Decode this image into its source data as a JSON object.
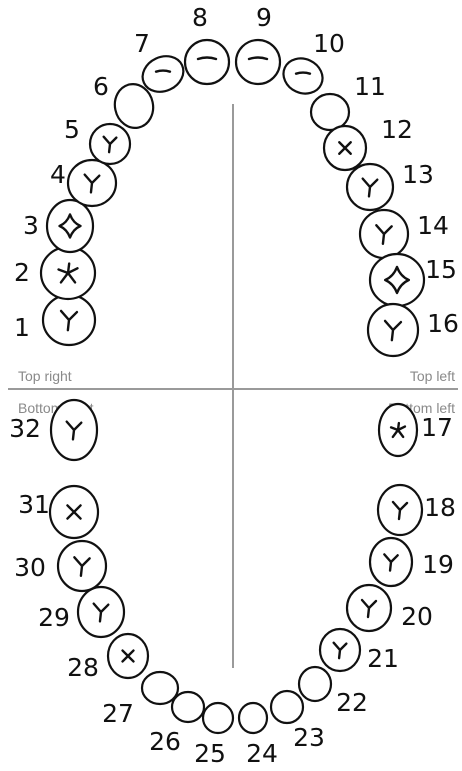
{
  "quadrants": {
    "top_right": "Top right",
    "top_left": "Top left",
    "bottom_right": "Bottom right",
    "bottom_left": "Bottom left"
  },
  "teeth": [
    {
      "number": "1"
    },
    {
      "number": "2"
    },
    {
      "number": "3"
    },
    {
      "number": "4"
    },
    {
      "number": "5"
    },
    {
      "number": "6"
    },
    {
      "number": "7"
    },
    {
      "number": "8"
    },
    {
      "number": "9"
    },
    {
      "number": "10"
    },
    {
      "number": "11"
    },
    {
      "number": "12"
    },
    {
      "number": "13"
    },
    {
      "number": "14"
    },
    {
      "number": "15"
    },
    {
      "number": "16"
    },
    {
      "number": "17"
    },
    {
      "number": "18"
    },
    {
      "number": "19"
    },
    {
      "number": "20"
    },
    {
      "number": "21"
    },
    {
      "number": "22"
    },
    {
      "number": "23"
    },
    {
      "number": "24"
    },
    {
      "number": "25"
    },
    {
      "number": "26"
    },
    {
      "number": "27"
    },
    {
      "number": "28"
    },
    {
      "number": "29"
    },
    {
      "number": "30"
    },
    {
      "number": "31"
    },
    {
      "number": "32"
    }
  ]
}
